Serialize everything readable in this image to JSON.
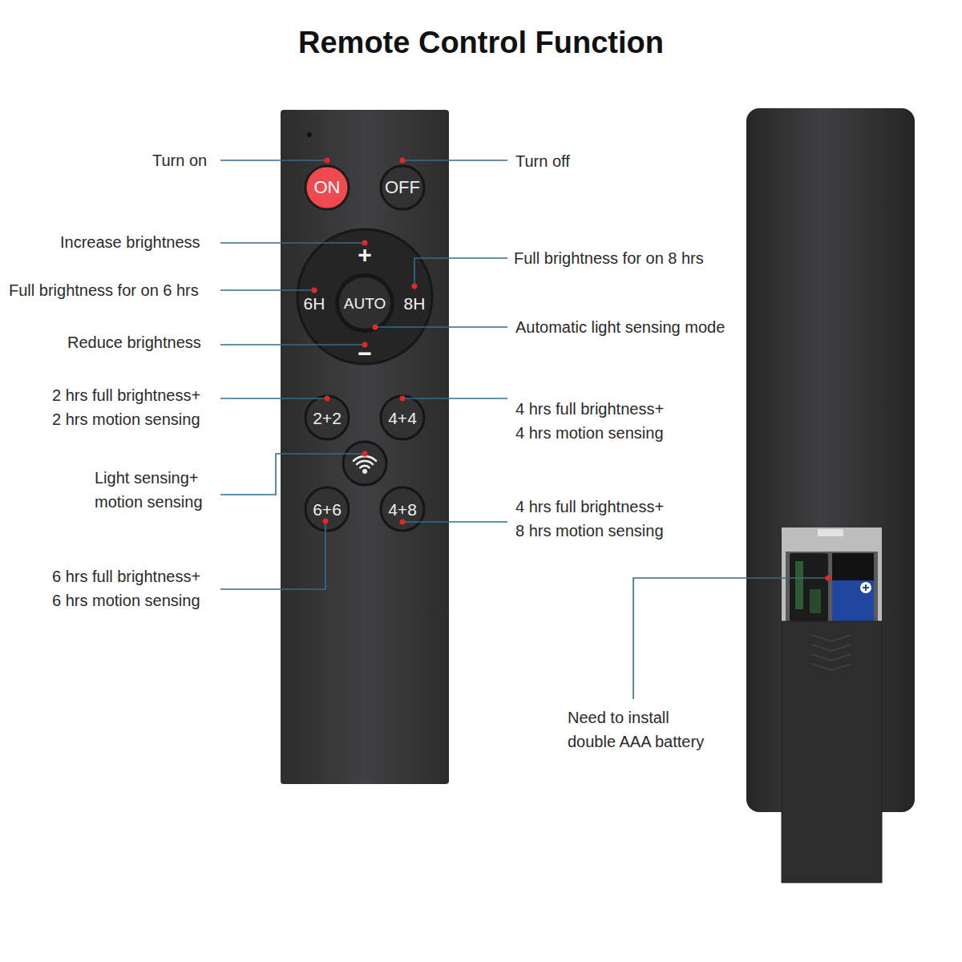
{
  "diagram": {
    "title": "Remote Control Function",
    "nodes": [
      {
        "text": [
          "ON"
        ]
      },
      {
        "text": [
          "OFF"
        ]
      },
      {
        "text": [
          "+",
          "6H",
          "8H",
          "−"
        ]
      },
      {
        "text": [
          "AUTO"
        ],
        "in": 2
      },
      {
        "text": [
          "2+2"
        ]
      },
      {
        "text": [
          "4+4"
        ]
      },
      {
        "text": [
          "6+6"
        ]
      },
      {
        "text": [
          "4+8"
        ]
      }
    ],
    "labels": [
      "Turn on",
      "Turn off",
      "Increase brightness",
      "Full brightness for on 8 hrs",
      "Full brightness for on 6 hrs",
      "Automatic light sensing mode",
      "Reduce brightness",
      "2 hrs full brightness+ 2 hrs motion sensing",
      "4 hrs full brightness+ 4 hrs motion sensing",
      "Light sensing+ motion sensing",
      "4 hrs full brightness+ 8 hrs motion sensing",
      "6 hrs full brightness+ 6 hrs motion sensing",
      "Need to install double AAA battery"
    ]
  }
}
